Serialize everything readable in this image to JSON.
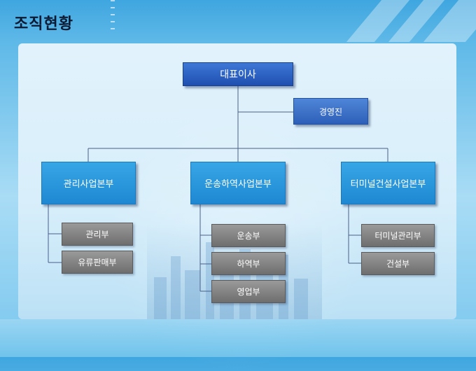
{
  "page": {
    "title": "조직현황"
  },
  "org": {
    "ceo": "대표이사",
    "advisory": "경영진",
    "divisions": [
      {
        "name": "관리사업본부",
        "departments": [
          "관리부",
          "유류판매부"
        ]
      },
      {
        "name": "운송하역사업본부",
        "departments": [
          "운송부",
          "하역부",
          "영업부"
        ]
      },
      {
        "name": "터미널건설사업본부",
        "departments": [
          "터미널관리부",
          "건설부"
        ]
      }
    ]
  },
  "colors": {
    "line": "#4a5f8a",
    "ceo_box": "#1f4fb0",
    "division_box": "#1e88d2",
    "department_box": "#7a7a7a"
  }
}
